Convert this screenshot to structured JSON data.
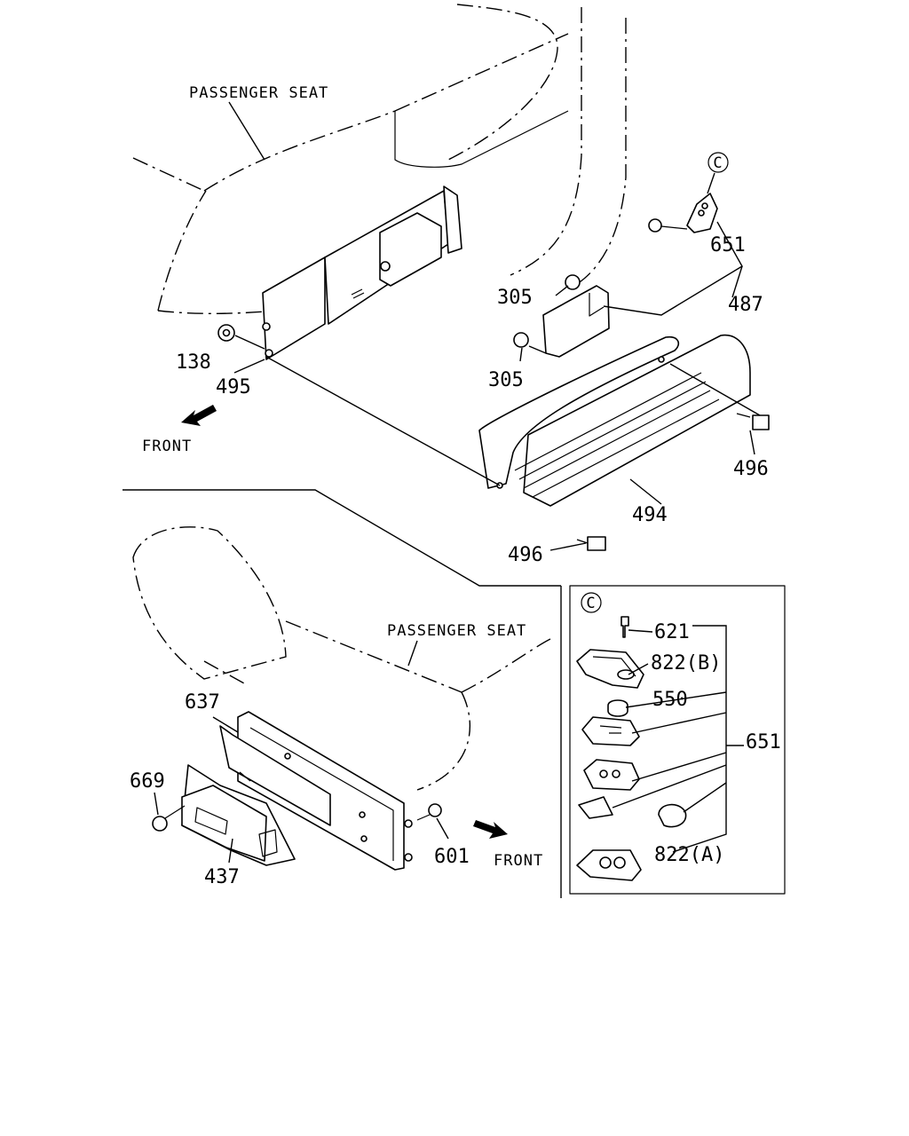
{
  "captions": {
    "seat_top": "PASSENGER SEAT",
    "seat_bottom": "PASSENGER SEAT",
    "front_top": "FRONT",
    "front_bottom": "FRONT"
  },
  "callouts": {
    "c_circle_top": "C",
    "c_circle_inset": "C"
  },
  "parts_top": {
    "p651": "651",
    "p305_a": "305",
    "p487": "487",
    "p305_b": "305",
    "p138": "138",
    "p495": "495",
    "p496_a": "496",
    "p494": "494",
    "p496_b": "496"
  },
  "parts_bottom": {
    "p637": "637",
    "p669": "669",
    "p437": "437",
    "p601": "601"
  },
  "parts_inset": {
    "p621": "621",
    "p822b": "822(B)",
    "p550": "550",
    "p651": "651",
    "p822a": "822(A)"
  },
  "icons": [
    "front-arrow-icon",
    "front-arrow-icon"
  ],
  "colors": {
    "ink": "#000000",
    "paper": "#ffffff"
  }
}
